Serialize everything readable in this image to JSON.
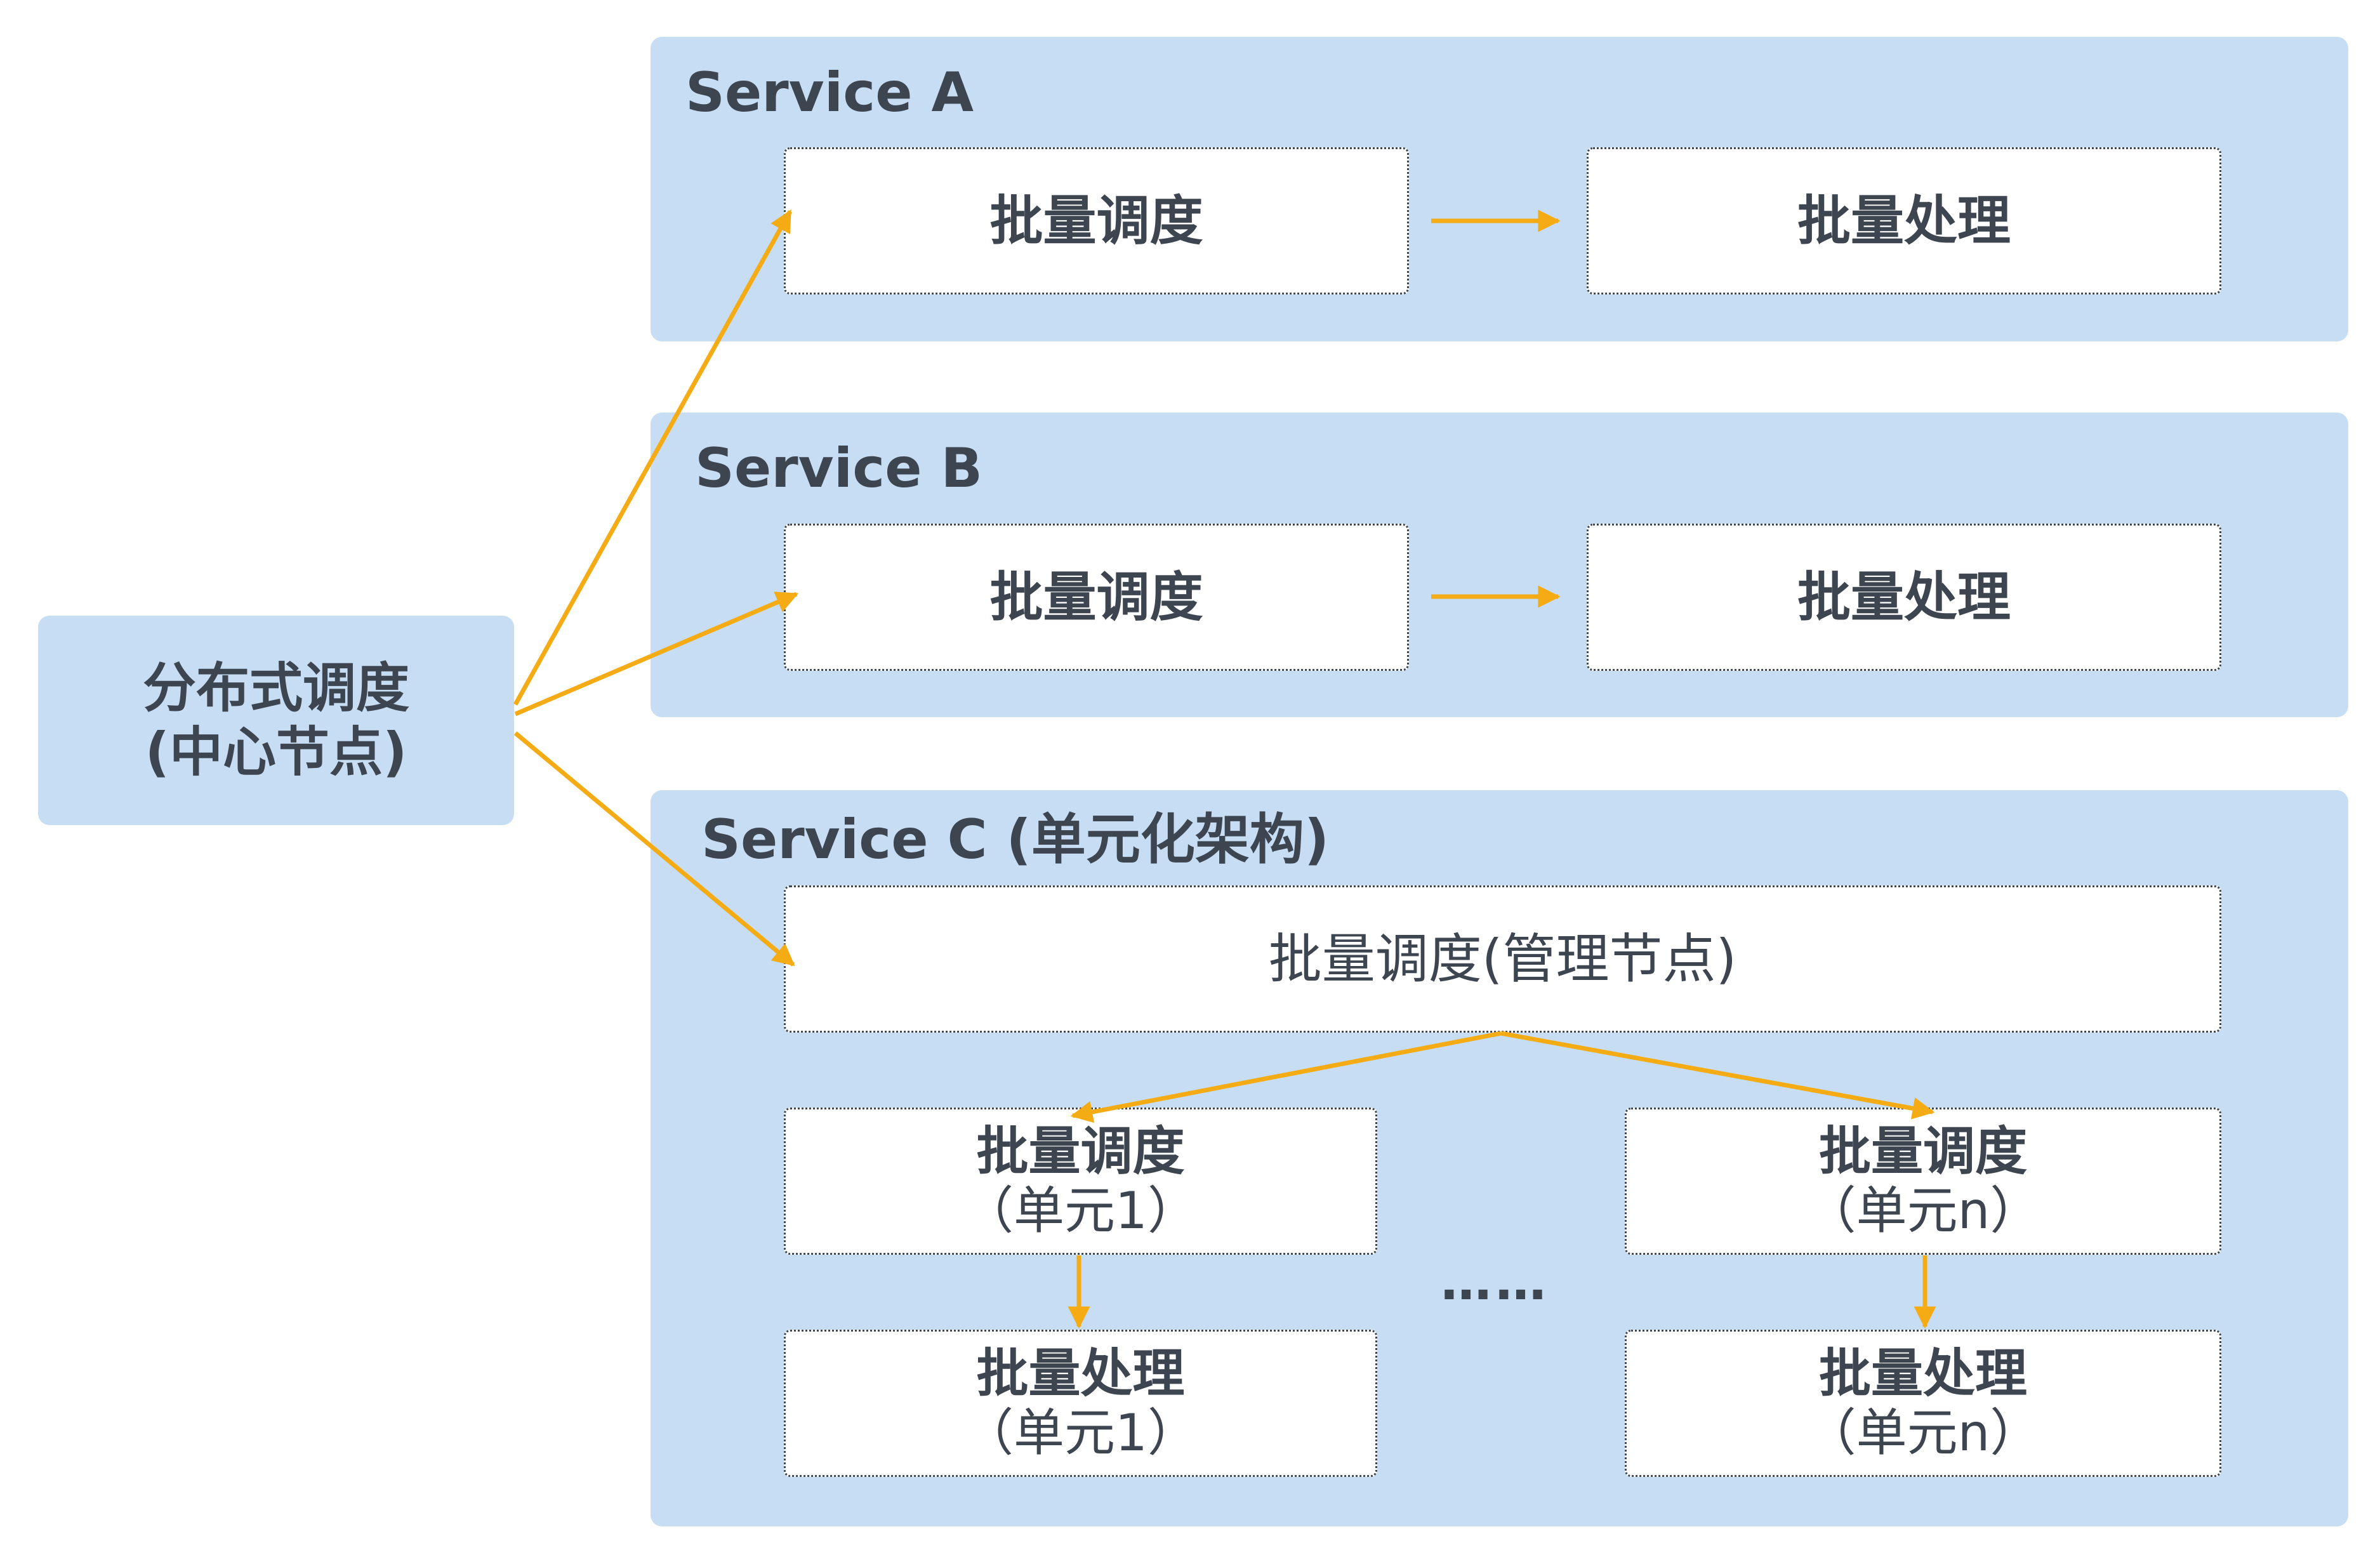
{
  "center": {
    "line1": "分布式调度",
    "line2": "(中心节点)"
  },
  "service_a": {
    "title": "Service A",
    "schedule": "批量调度",
    "process": "批量处理"
  },
  "service_b": {
    "title": "Service B",
    "schedule": "批量调度",
    "process": "批量处理"
  },
  "service_c": {
    "title": "Service C (单元化架构)",
    "manager": "批量调度(管理节点)",
    "unit1_schedule": {
      "line1": "批量调度",
      "line2": "（单元1）"
    },
    "unitn_schedule": {
      "line1": "批量调度",
      "line2": "（单元n）"
    },
    "unit1_process": {
      "line1": "批量处理",
      "line2": "（单元1）"
    },
    "unitn_process": {
      "line1": "批量处理",
      "line2": "（单元n）"
    },
    "ellipsis": "……"
  },
  "colors": {
    "panel": "#c7ddf3",
    "arrow": "#f5ac14",
    "text": "#3d4550"
  }
}
